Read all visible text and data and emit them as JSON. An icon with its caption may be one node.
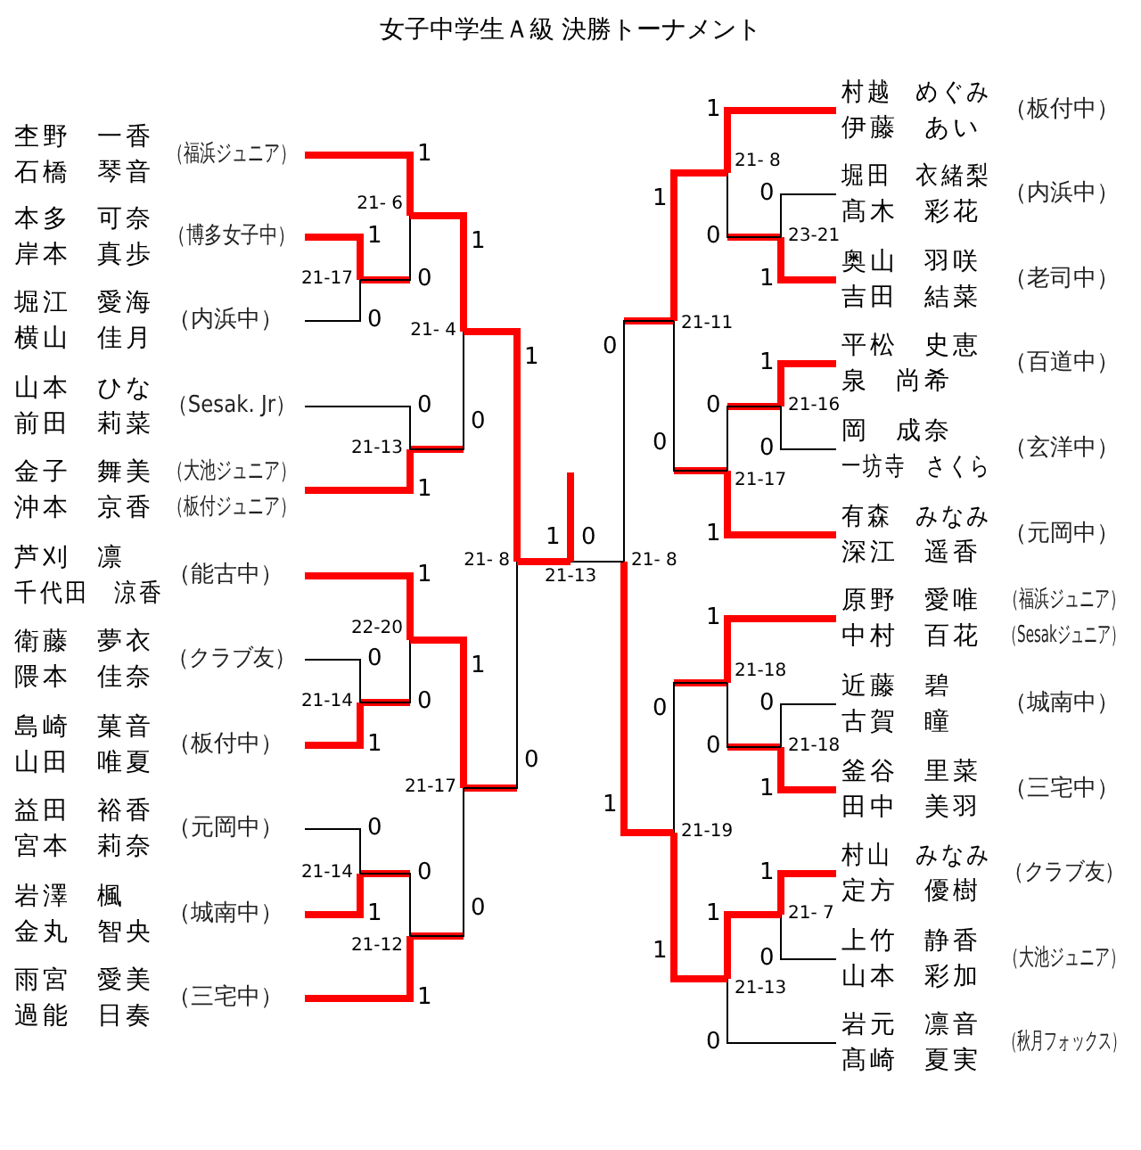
{
  "diagram": {
    "title": "女子中学生Ａ級 決勝トーナメント",
    "nodes": [
      {
        "text": [
          "杢野 一香",
          "石橋 琴音",
          "（福浜ジュニア）"
        ]
      },
      {
        "text": [
          "本多 可奈",
          "岸本 真歩",
          "（博多女子中）"
        ]
      },
      {
        "text": [
          "堀江 愛海",
          "横山 佳月",
          "（内浜中）"
        ]
      },
      {
        "text": [
          "山本 ひな",
          "前田 莉菜",
          "（Sesak. Jr）"
        ]
      },
      {
        "text": [
          "金子 舞美",
          "沖本 京香",
          "（大池ジュニア）",
          "（板付ジュニア）"
        ]
      },
      {
        "text": [
          "芦刈 凛",
          "千代田 涼香",
          "（能古中）"
        ]
      },
      {
        "text": [
          "衛藤 夢衣",
          "隈本 佳奈",
          "（クラブ友）"
        ]
      },
      {
        "text": [
          "島崎 菓音",
          "山田 唯夏",
          "（板付中）"
        ]
      },
      {
        "text": [
          "益田 裕香",
          "宮本 莉奈",
          "（元岡中）"
        ]
      },
      {
        "text": [
          "岩澤 楓",
          "金丸 智央",
          "（城南中）"
        ]
      },
      {
        "text": [
          "雨宮 愛美",
          "過能 日奏",
          "（三宅中）"
        ]
      },
      {
        "text": [
          "村越 めぐみ",
          "伊藤 あい",
          "（板付中）"
        ]
      },
      {
        "text": [
          "堀田 衣緒梨",
          "髙木 彩花",
          "（内浜中）"
        ]
      },
      {
        "text": [
          "奥山 羽咲",
          "吉田 結菜",
          "（老司中）"
        ]
      },
      {
        "text": [
          "平松 史恵",
          "泉 尚希",
          "（百道中）"
        ]
      },
      {
        "text": [
          "岡 成奈",
          "一坊寺 さくら",
          "（玄洋中）"
        ]
      },
      {
        "text": [
          "有森 みなみ",
          "深江 遥香",
          "（元岡中）"
        ]
      },
      {
        "text": [
          "原野 愛唯",
          "中村 百花",
          "（福浜ジュニア）",
          "（Sesakジュニア）"
        ]
      },
      {
        "text": [
          "近藤 碧",
          "古賀 瞳",
          "（城南中）"
        ]
      },
      {
        "text": [
          "釜谷 里菜",
          "田中 美羽",
          "（三宅中）"
        ]
      },
      {
        "text": [
          "村山 みなみ",
          "定方 優樹",
          "（クラブ友）"
        ]
      },
      {
        "text": [
          "上竹 静香",
          "山本 彩加",
          "（大池ジュニア）"
        ]
      },
      {
        "text": [
          "岩元 凛音",
          "髙崎 夏実",
          "（秋月フォックス）"
        ]
      },
      {
        "text": [
          "21-17"
        ]
      },
      {
        "text": [
          "21- 6"
        ]
      },
      {
        "text": [
          "21-13"
        ]
      },
      {
        "text": [
          "21- 4"
        ]
      },
      {
        "text": [
          "21-14"
        ]
      },
      {
        "text": [
          "22-20"
        ]
      },
      {
        "text": [
          "21-14"
        ]
      },
      {
        "text": [
          "21-12"
        ]
      },
      {
        "text": [
          "21-17"
        ]
      },
      {
        "text": [
          "21- 8"
        ]
      },
      {
        "text": [
          "23-21"
        ]
      },
      {
        "text": [
          "21- 8"
        ]
      },
      {
        "text": [
          "21-16"
        ]
      },
      {
        "text": [
          "21-17"
        ]
      },
      {
        "text": [
          "21-11"
        ]
      },
      {
        "text": [
          "21-18"
        ]
      },
      {
        "text": [
          "21-18"
        ]
      },
      {
        "text": [
          "21- 7"
        ]
      },
      {
        "text": [
          "21-13"
        ]
      },
      {
        "text": [
          "21-19"
        ]
      },
      {
        "text": [
          "21- 8"
        ]
      },
      {
        "text": [
          "21-13"
        ]
      }
    ],
    "edges": [
      {
        "from": 1,
        "to": 23,
        "arrow": "none",
        "label": "1",
        "style": "thick",
        "color": "#ff0000"
      },
      {
        "from": 2,
        "to": 23,
        "arrow": "none",
        "label": "0",
        "color": "#000000"
      },
      {
        "from": 0,
        "to": 24,
        "arrow": "none",
        "label": "1",
        "style": "thick",
        "color": "#ff0000"
      },
      {
        "from": 23,
        "to": 24,
        "arrow": "none",
        "label": "0",
        "color": "#000000"
      },
      {
        "from": 3,
        "to": 25,
        "arrow": "none",
        "label": "0",
        "color": "#000000"
      },
      {
        "from": 4,
        "to": 25,
        "arrow": "none",
        "label": "1",
        "style": "thick",
        "color": "#ff0000"
      },
      {
        "from": 24,
        "to": 26,
        "arrow": "none",
        "label": "1",
        "style": "thick",
        "color": "#ff0000"
      },
      {
        "from": 25,
        "to": 26,
        "arrow": "none",
        "label": "0",
        "color": "#000000"
      },
      {
        "from": 6,
        "to": 27,
        "arrow": "none",
        "label": "0",
        "color": "#000000"
      },
      {
        "from": 7,
        "to": 27,
        "arrow": "none",
        "label": "1",
        "style": "thick",
        "color": "#ff0000"
      },
      {
        "from": 5,
        "to": 28,
        "arrow": "none",
        "label": "1",
        "style": "thick",
        "color": "#ff0000"
      },
      {
        "from": 27,
        "to": 28,
        "arrow": "none",
        "label": "0",
        "color": "#000000"
      },
      {
        "from": 8,
        "to": 29,
        "arrow": "none",
        "label": "0",
        "color": "#000000"
      },
      {
        "from": 9,
        "to": 29,
        "arrow": "none",
        "label": "1",
        "style": "thick",
        "color": "#ff0000"
      },
      {
        "from": 29,
        "to": 30,
        "arrow": "none",
        "label": "0",
        "color": "#000000"
      },
      {
        "from": 10,
        "to": 30,
        "arrow": "none",
        "label": "1",
        "style": "thick",
        "color": "#ff0000"
      },
      {
        "from": 28,
        "to": 31,
        "arrow": "none",
        "label": "1",
        "style": "thick",
        "color": "#ff0000"
      },
      {
        "from": 30,
        "to": 31,
        "arrow": "none",
        "label": "0",
        "color": "#000000"
      },
      {
        "from": 26,
        "to": 32,
        "arrow": "none",
        "label": "1",
        "style": "thick",
        "color": "#ff0000"
      },
      {
        "from": 31,
        "to": 32,
        "arrow": "none",
        "label": "0",
        "color": "#000000"
      },
      {
        "from": 32,
        "to": 44,
        "arrow": "none",
        "label": "1",
        "style": "thick",
        "color": "#ff0000"
      },
      {
        "from": 12,
        "to": 33,
        "arrow": "none",
        "label": "0",
        "color": "#000000"
      },
      {
        "from": 13,
        "to": 33,
        "arrow": "none",
        "label": "1",
        "style": "thick",
        "color": "#ff0000"
      },
      {
        "from": 11,
        "to": 34,
        "arrow": "none",
        "label": "1",
        "style": "thick",
        "color": "#ff0000"
      },
      {
        "from": 33,
        "to": 34,
        "arrow": "none",
        "label": "0",
        "color": "#000000"
      },
      {
        "from": 14,
        "to": 35,
        "arrow": "none",
        "label": "1",
        "style": "thick",
        "color": "#ff0000"
      },
      {
        "from": 15,
        "to": 35,
        "arrow": "none",
        "label": "0",
        "color": "#000000"
      },
      {
        "from": 35,
        "to": 36,
        "arrow": "none",
        "label": "0",
        "color": "#000000"
      },
      {
        "from": 16,
        "to": 36,
        "arrow": "none",
        "label": "1",
        "style": "thick",
        "color": "#ff0000"
      },
      {
        "from": 34,
        "to": 37,
        "arrow": "none",
        "label": "1",
        "style": "thick",
        "color": "#ff0000"
      },
      {
        "from": 36,
        "to": 37,
        "arrow": "none",
        "label": "0",
        "color": "#000000"
      },
      {
        "from": 18,
        "to": 38,
        "arrow": "none",
        "label": "0",
        "color": "#000000"
      },
      {
        "from": 19,
        "to": 38,
        "arrow": "none",
        "label": "1",
        "style": "thick",
        "color": "#ff0000"
      },
      {
        "from": 17,
        "to": 39,
        "arrow": "none",
        "label": "1",
        "style": "thick",
        "color": "#ff0000"
      },
      {
        "from": 38,
        "to": 39,
        "arrow": "none",
        "label": "0",
        "color": "#000000"
      },
      {
        "from": 20,
        "to": 40,
        "arrow": "none",
        "label": "1",
        "style": "thick",
        "color": "#ff0000"
      },
      {
        "from": 21,
        "to": 40,
        "arrow": "none",
        "label": "0",
        "color": "#000000"
      },
      {
        "from": 40,
        "to": 41,
        "arrow": "none",
        "label": "1",
        "style": "thick",
        "color": "#ff0000"
      },
      {
        "from": 22,
        "to": 41,
        "arrow": "none",
        "label": "0",
        "color": "#000000"
      },
      {
        "from": 39,
        "to": 42,
        "arrow": "none",
        "label": "0",
        "color": "#000000"
      },
      {
        "from": 41,
        "to": 42,
        "arrow": "none",
        "label": "1",
        "style": "thick",
        "color": "#ff0000"
      },
      {
        "from": 37,
        "to": 43,
        "arrow": "none",
        "label": "0",
        "color": "#000000"
      },
      {
        "from": 42,
        "to": 43,
        "arrow": "none",
        "label": "1",
        "style": "thick",
        "color": "#ff0000"
      },
      {
        "from": 43,
        "to": 44,
        "arrow": "none",
        "label": "0",
        "color": "#000000"
      }
    ]
  }
}
